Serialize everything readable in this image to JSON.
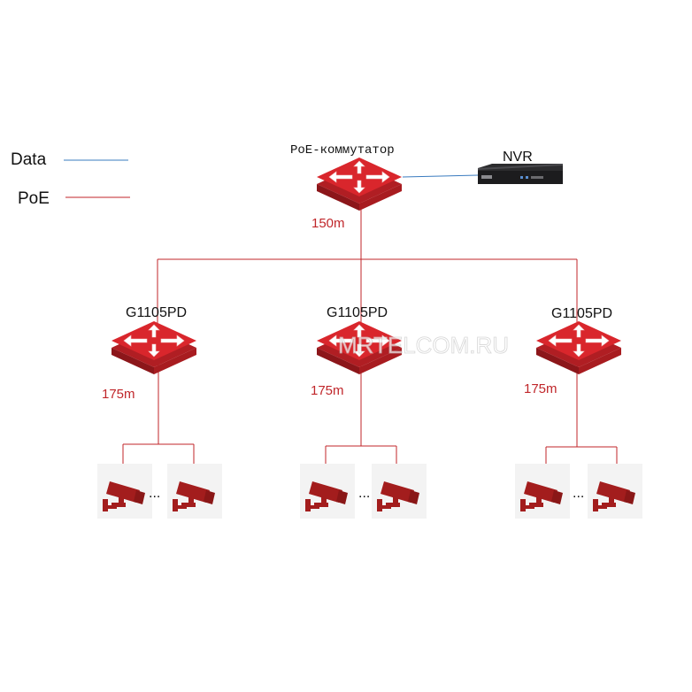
{
  "legend": {
    "data_label": "Data",
    "poe_label": "PoE",
    "data_color": "#3a7bbf",
    "poe_color": "#c0262a"
  },
  "core": {
    "switch_label": "PoE-коммутатор",
    "nvr_label": "NVR",
    "uplink_distance": "150m"
  },
  "branches": [
    {
      "switch_label": "G1105PD",
      "distance": "175m",
      "ellipsis": "..."
    },
    {
      "switch_label": "G1105PD",
      "distance": "175m",
      "ellipsis": "..."
    },
    {
      "switch_label": "G1105PD",
      "distance": "175m",
      "ellipsis": "..."
    }
  ],
  "watermark": "MRTELCOM.RU",
  "icons": {
    "switch": "switch-icon",
    "nvr": "nvr-icon",
    "camera": "camera-icon"
  },
  "colors": {
    "switch_fill": "#d9262c",
    "switch_dark": "#9e1b1f",
    "camera_fill": "#a31d1d",
    "camera_bg": "#f3f3f3"
  }
}
